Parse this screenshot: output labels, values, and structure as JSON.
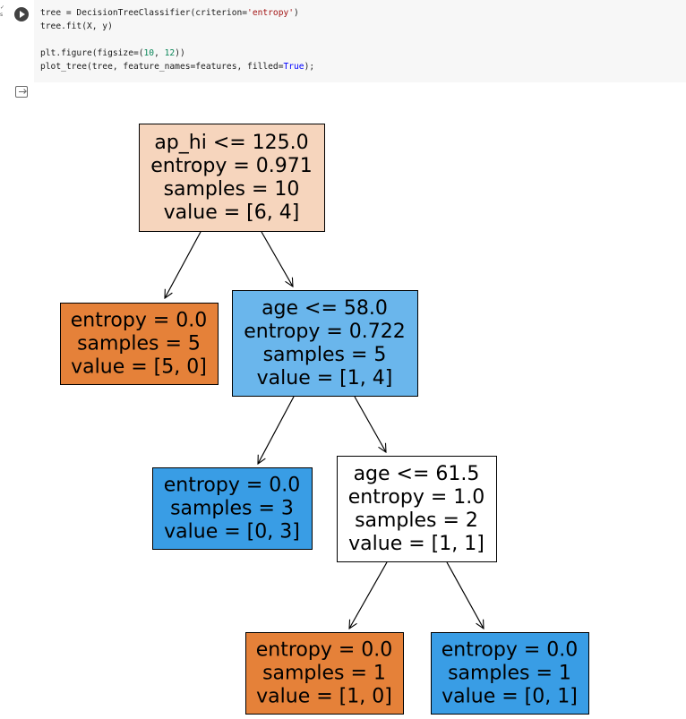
{
  "cell": {
    "exec_marks": "✓ s",
    "code_lines": [
      [
        {
          "t": "tree = DecisionTreeClassifier(criterion="
        },
        {
          "t": "'entropy'",
          "c": "str"
        },
        {
          "t": ")"
        }
      ],
      [
        {
          "t": "tree.fit(X, y)"
        }
      ],
      [
        {
          "t": ""
        }
      ],
      [
        {
          "t": "plt.figure(figsize=("
        },
        {
          "t": "10",
          "c": "num"
        },
        {
          "t": ", "
        },
        {
          "t": "12",
          "c": "num"
        },
        {
          "t": "))"
        }
      ],
      [
        {
          "t": "plot_tree(tree, feature_names=features, filled="
        },
        {
          "t": "True",
          "c": "kw"
        },
        {
          "t": ");"
        }
      ]
    ]
  },
  "colors": {
    "orange": "#e58139",
    "orange_light": "#f6d5bd",
    "blue": "#399de5",
    "blue_mid": "#6ab6ec",
    "white": "#ffffff"
  },
  "tree": {
    "nodes": [
      {
        "id": "root",
        "fill": "#f6d5bd",
        "lines": [
          "ap_hi <= 125.0",
          "entropy = 0.971",
          "samples = 10",
          "value = [6, 4]"
        ]
      },
      {
        "id": "leaf-left",
        "fill": "#e58139",
        "lines": [
          "entropy = 0.0",
          "samples = 5",
          "value = [5, 0]"
        ]
      },
      {
        "id": "split-age-58",
        "fill": "#6ab6ec",
        "lines": [
          "age <= 58.0",
          "entropy = 0.722",
          "samples = 5",
          "value = [1, 4]"
        ]
      },
      {
        "id": "leaf-mid",
        "fill": "#399de5",
        "lines": [
          "entropy = 0.0",
          "samples = 3",
          "value = [0, 3]"
        ]
      },
      {
        "id": "split-age-61",
        "fill": "#ffffff",
        "lines": [
          "age <= 61.5",
          "entropy = 1.0",
          "samples = 2",
          "value = [1, 1]"
        ]
      },
      {
        "id": "leaf-bottom-left",
        "fill": "#e58139",
        "lines": [
          "entropy = 0.0",
          "samples = 1",
          "value = [1, 0]"
        ]
      },
      {
        "id": "leaf-bottom-right",
        "fill": "#399de5",
        "lines": [
          "entropy = 0.0",
          "samples = 1",
          "value = [0, 1]"
        ]
      }
    ],
    "edges": [
      [
        "root",
        "leaf-left"
      ],
      [
        "root",
        "split-age-58"
      ],
      [
        "split-age-58",
        "leaf-mid"
      ],
      [
        "split-age-58",
        "split-age-61"
      ],
      [
        "split-age-61",
        "leaf-bottom-left"
      ],
      [
        "split-age-61",
        "leaf-bottom-right"
      ]
    ]
  }
}
